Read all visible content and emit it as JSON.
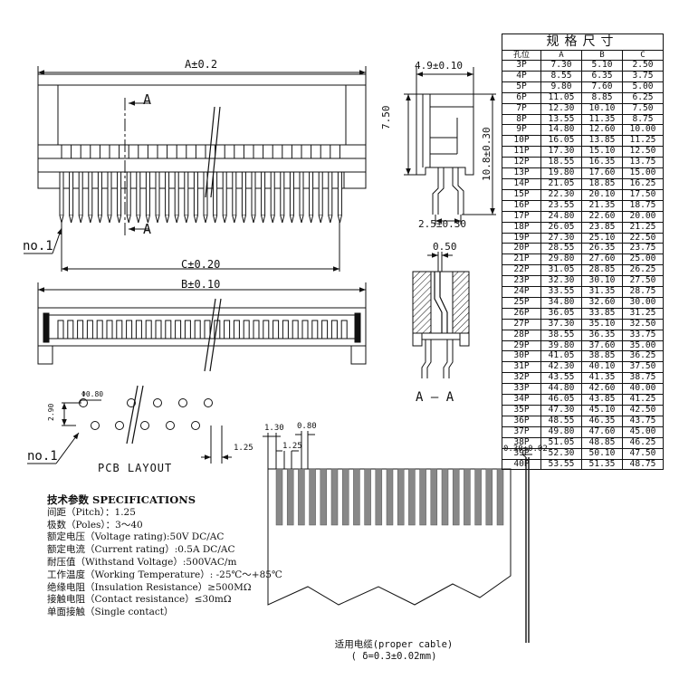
{
  "front_view": {
    "dim_a": "A±0.2",
    "section_mark": "A",
    "dim_c": "C±0.20",
    "pin1_label": "no.1"
  },
  "bottom_view": {
    "dim_b": "B±0.10"
  },
  "side_view": {
    "width": "4.9±0.10",
    "height": "7.50",
    "overall_height": "10.8±0.30",
    "leg_width": "2.5±0.30"
  },
  "section_view": {
    "thickness": "0.50",
    "caption": "A — A"
  },
  "pcb_layout": {
    "hole_dia": "Φ0.80",
    "row_spacing": "2.90",
    "pin1_label": "no.1",
    "caption": "PCB LAYOUT",
    "pitch": "1.25"
  },
  "specifications": {
    "title_cn": "技术参数",
    "title_en": "SPECIFICATIONS",
    "lines": [
      "间距（Pitch）：1.25",
      "极数（Poles）：3～40",
      "额定电压（Voltage rating):50V DC/AC",
      "额定电流（Current rating）:0.5A DC/AC",
      "耐压值（Withstand Voltage）:500VAC/m",
      "工作温度（Working Temperature）: -25℃～+85℃",
      "绝缘电阻（Insulation Resistance）≥500MΩ",
      "接触电阻（Contact resistance）≤30mΩ",
      "单面接触（Single contact）"
    ]
  },
  "cable": {
    "dim_left": "1.30",
    "dim_pitch": "1.25",
    "dim_width": "0.80",
    "thickness_callout": "0.30±0.02",
    "caption_line1": "适用电缆(proper cable)",
    "caption_line2": "( δ=0.3±0.02mm)"
  },
  "spec_table": {
    "title": "规格尺寸",
    "headers": [
      "孔位",
      "A",
      "B",
      "C"
    ],
    "rows": [
      [
        "3P",
        "7.30",
        "5.10",
        "2.50"
      ],
      [
        "4P",
        "8.55",
        "6.35",
        "3.75"
      ],
      [
        "5P",
        "9.80",
        "7.60",
        "5.00"
      ],
      [
        "6P",
        "11.05",
        "8.85",
        "6.25"
      ],
      [
        "7P",
        "12.30",
        "10.10",
        "7.50"
      ],
      [
        "8P",
        "13.55",
        "11.35",
        "8.75"
      ],
      [
        "9P",
        "14.80",
        "12.60",
        "10.00"
      ],
      [
        "10P",
        "16.05",
        "13.85",
        "11.25"
      ],
      [
        "11P",
        "17.30",
        "15.10",
        "12.50"
      ],
      [
        "12P",
        "18.55",
        "16.35",
        "13.75"
      ],
      [
        "13P",
        "19.80",
        "17.60",
        "15.00"
      ],
      [
        "14P",
        "21.05",
        "18.85",
        "16.25"
      ],
      [
        "15P",
        "22.30",
        "20.10",
        "17.50"
      ],
      [
        "16P",
        "23.55",
        "21.35",
        "18.75"
      ],
      [
        "17P",
        "24.80",
        "22.60",
        "20.00"
      ],
      [
        "18P",
        "26.05",
        "23.85",
        "21.25"
      ],
      [
        "19P",
        "27.30",
        "25.10",
        "22.50"
      ],
      [
        "20P",
        "28.55",
        "26.35",
        "23.75"
      ],
      [
        "21P",
        "29.80",
        "27.60",
        "25.00"
      ],
      [
        "22P",
        "31.05",
        "28.85",
        "26.25"
      ],
      [
        "23P",
        "32.30",
        "30.10",
        "27.50"
      ],
      [
        "24P",
        "33.55",
        "31.35",
        "28.75"
      ],
      [
        "25P",
        "34.80",
        "32.60",
        "30.00"
      ],
      [
        "26P",
        "36.05",
        "33.85",
        "31.25"
      ],
      [
        "27P",
        "37.30",
        "35.10",
        "32.50"
      ],
      [
        "28P",
        "38.55",
        "36.35",
        "33.75"
      ],
      [
        "29P",
        "39.80",
        "37.60",
        "35.00"
      ],
      [
        "30P",
        "41.05",
        "38.85",
        "36.25"
      ],
      [
        "31P",
        "42.30",
        "40.10",
        "37.50"
      ],
      [
        "32P",
        "43.55",
        "41.35",
        "38.75"
      ],
      [
        "33P",
        "44.80",
        "42.60",
        "40.00"
      ],
      [
        "34P",
        "46.05",
        "43.85",
        "41.25"
      ],
      [
        "35P",
        "47.30",
        "45.10",
        "42.50"
      ],
      [
        "36P",
        "48.55",
        "46.35",
        "43.75"
      ],
      [
        "37P",
        "49.80",
        "47.60",
        "45.00"
      ],
      [
        "38P",
        "51.05",
        "48.85",
        "46.25"
      ],
      [
        "39P",
        "52.30",
        "50.10",
        "47.50"
      ],
      [
        "40P",
        "53.55",
        "51.35",
        "48.75"
      ]
    ]
  }
}
